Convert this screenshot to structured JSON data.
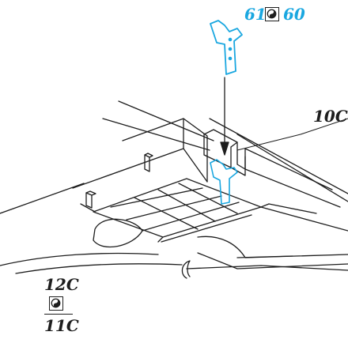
{
  "callouts": {
    "top_left_part": "61",
    "top_right_part": "60",
    "side_part": "10C",
    "bottom_top_part": "12C",
    "bottom_bottom_part": "11C"
  },
  "colors": {
    "ink": "#1e1e1e",
    "highlight": "#1aa7e0",
    "paper": "#ffffff"
  },
  "icons": {
    "glue_symbol": "yin-yang-glue-icon"
  }
}
